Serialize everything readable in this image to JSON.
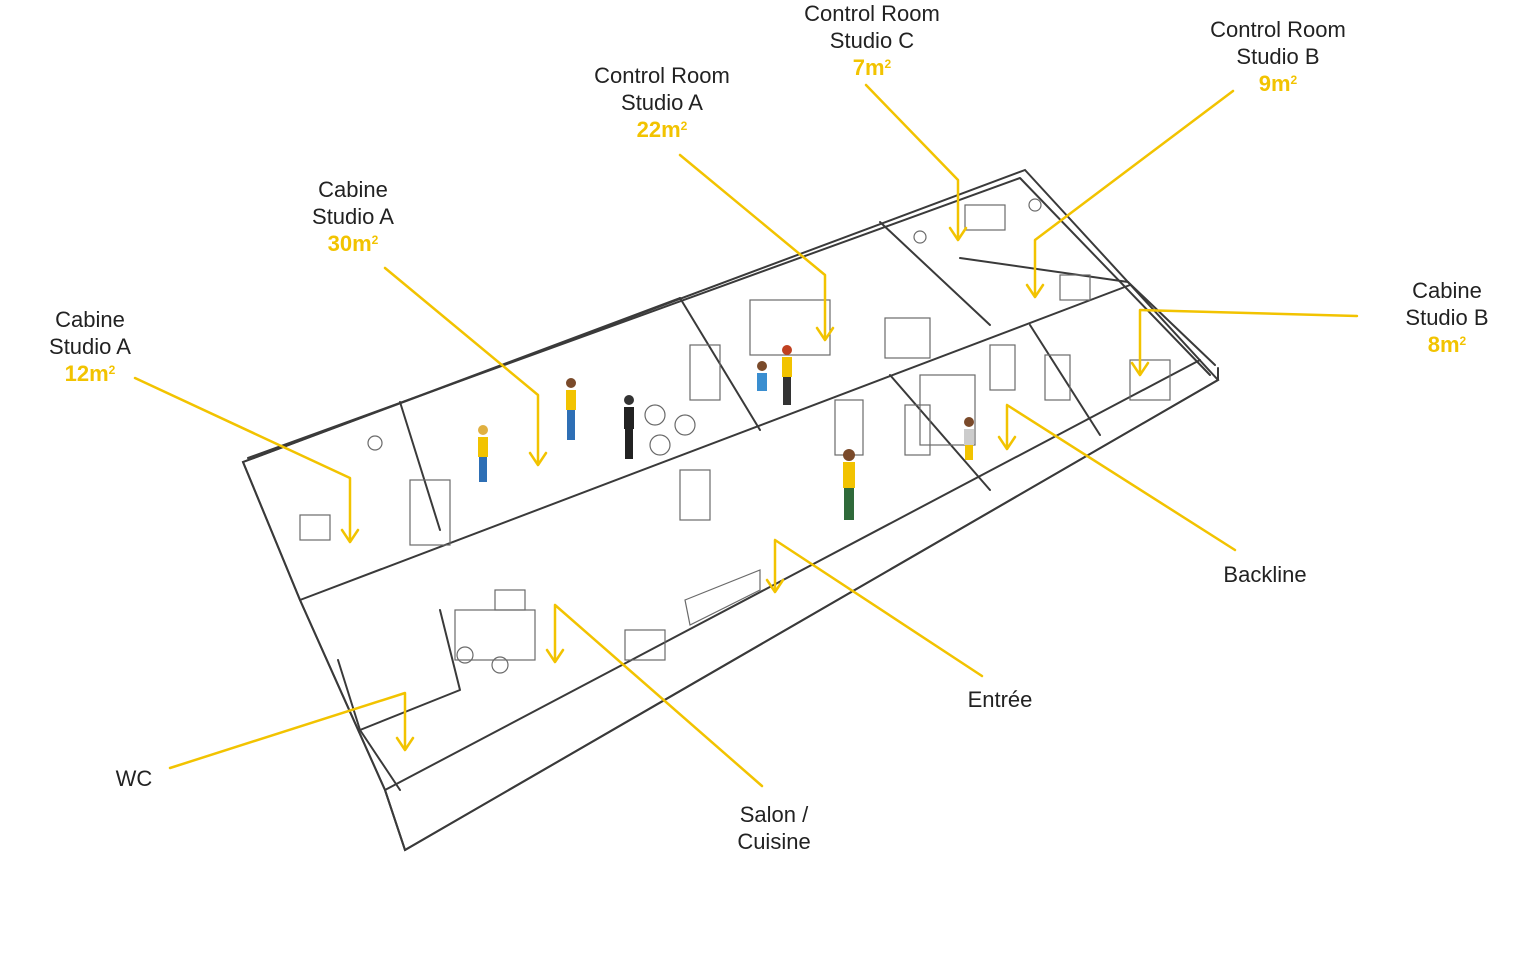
{
  "colors": {
    "accent": "#f2c300",
    "ink": "#3a3a3a",
    "text": "#222222",
    "background": "#ffffff"
  },
  "labels": {
    "cabine_a_small": {
      "line1": "Cabine",
      "line2": "Studio A",
      "area": "12m",
      "sup": "2"
    },
    "cabine_a_big": {
      "line1": "Cabine",
      "line2": "Studio A",
      "area": "30m",
      "sup": "2"
    },
    "control_a": {
      "line1": "Control Room",
      "line2": "Studio A",
      "area": "22m",
      "sup": "2"
    },
    "control_c": {
      "line1": "Control Room",
      "line2": "Studio C",
      "area": "7m",
      "sup": "2"
    },
    "control_b": {
      "line1": "Control Room",
      "line2": "Studio B",
      "area": "9m",
      "sup": "2"
    },
    "cabine_b": {
      "line1": "Cabine",
      "line2": "Studio B",
      "area": "8m",
      "sup": "2"
    },
    "backline": {
      "line1": "Backline"
    },
    "entree": {
      "line1": "Entrée"
    },
    "salon": {
      "line1": "Salon /",
      "line2": "Cuisine"
    },
    "wc": {
      "line1": "WC"
    }
  }
}
